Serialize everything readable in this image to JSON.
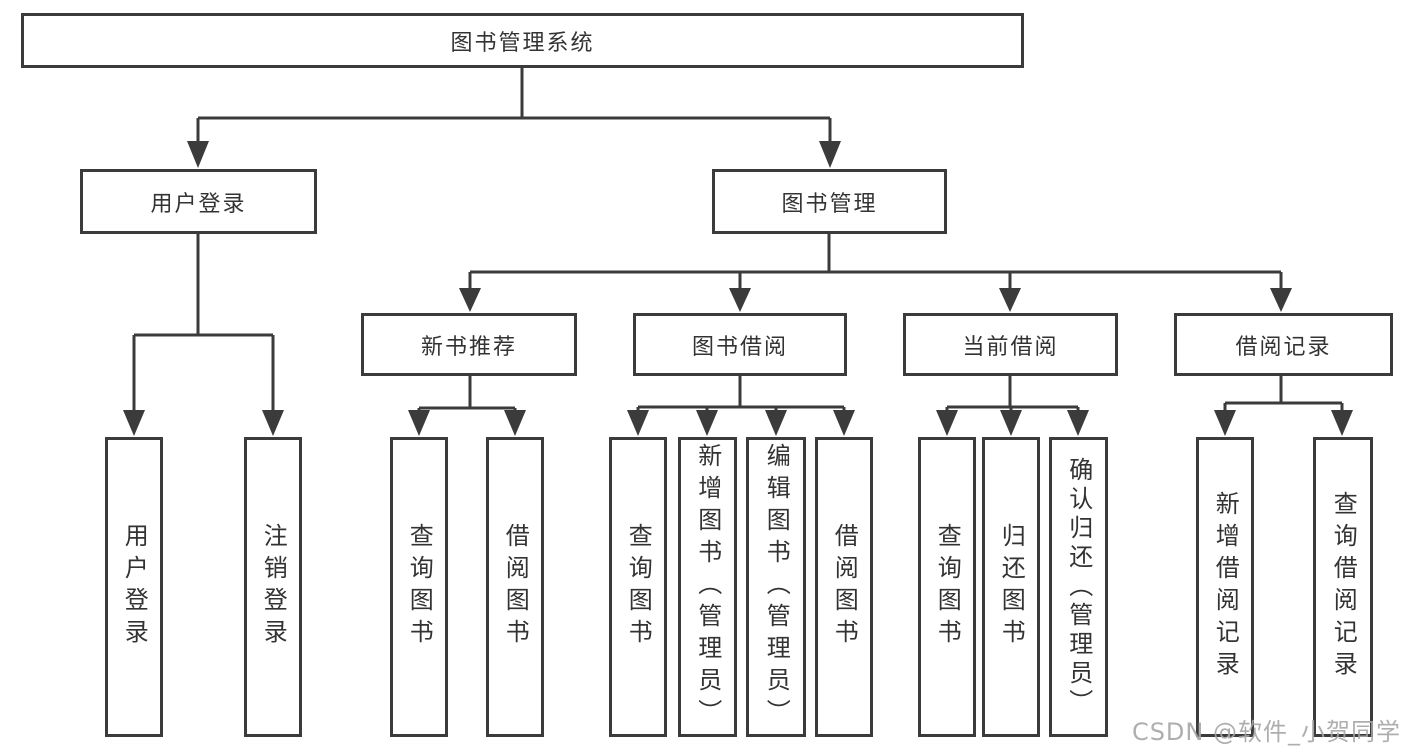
{
  "colors": {
    "line": "#3b3b3b",
    "box_border": "#3b3b3b",
    "text": "#333333",
    "watermark": "#a6a6a6",
    "background": "#ffffff"
  },
  "watermark": "CSDN @软件_小贺同学",
  "tree": {
    "root": "图书管理系统",
    "user_login": {
      "label": "用户登录",
      "children": {
        "login": "用户登录",
        "logout": "注销登录"
      }
    },
    "book_mgmt": {
      "label": "图书管理",
      "sections": {
        "new_book": {
          "label": "新书推荐",
          "children": {
            "query": "查询图书",
            "borrow": "借阅图书"
          }
        },
        "book_borrow": {
          "label": "图书借阅",
          "children": {
            "query": "查询图书",
            "add": "新增图书（管理员）",
            "edit": "编辑图书（管理员）",
            "borrow": "借阅图书"
          }
        },
        "current_borrow": {
          "label": "当前借阅",
          "children": {
            "query": "查询图书",
            "return": "归还图书",
            "confirm": "确认归还（管理员）"
          }
        },
        "borrow_records": {
          "label": "借阅记录",
          "children": {
            "add": "新增借阅记录",
            "query": "查询借阅记录"
          }
        }
      }
    }
  }
}
